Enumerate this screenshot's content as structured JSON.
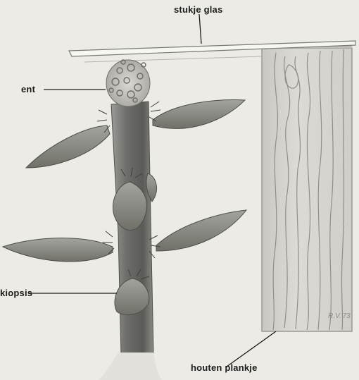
{
  "labels": {
    "glass": "stukje glas",
    "graft": "ent",
    "stock": "kiopsis",
    "plank": "houten plankje"
  },
  "signature": "R.V.'73",
  "colors": {
    "paper": "#ecebe6",
    "ink": "#1c1c1c",
    "stem": "#6b6b68",
    "leaf": "#8a8a85",
    "wood": "#d7d6d0"
  }
}
